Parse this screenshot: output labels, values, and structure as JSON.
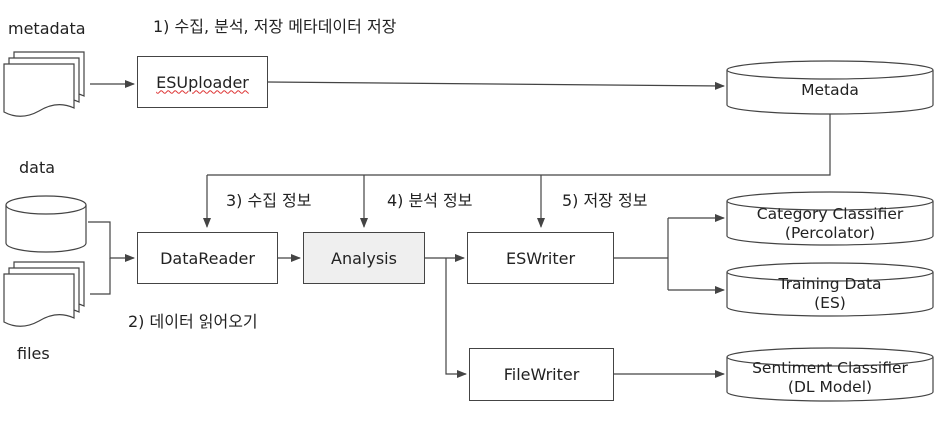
{
  "labels": {
    "metadata": "metadata",
    "data": "data",
    "files": "files",
    "step1": "1) 수집, 분석, 저장 메타데이터 저장",
    "step2": "2) 데이터 읽어오기",
    "step3": "3) 수집 정보",
    "step4": "4) 분석 정보",
    "step5": "5) 저장 정보"
  },
  "boxes": {
    "esuploader": "ESUploader",
    "datareader": "DataReader",
    "analysis": "Analysis",
    "eswriter": "ESWriter",
    "filewriter": "FileWriter"
  },
  "stores": {
    "metada": "Metada",
    "category_l1": "Category Classifier",
    "category_l2": "(Percolator)",
    "training_l1": "Training Data",
    "training_l2": "(ES)",
    "sentiment_l1": "Sentiment Classifier",
    "sentiment_l2": "(DL Model)"
  },
  "colors": {
    "stroke": "#444444",
    "analysis_fill": "#efefef",
    "spellcheck": "#dd3333"
  }
}
